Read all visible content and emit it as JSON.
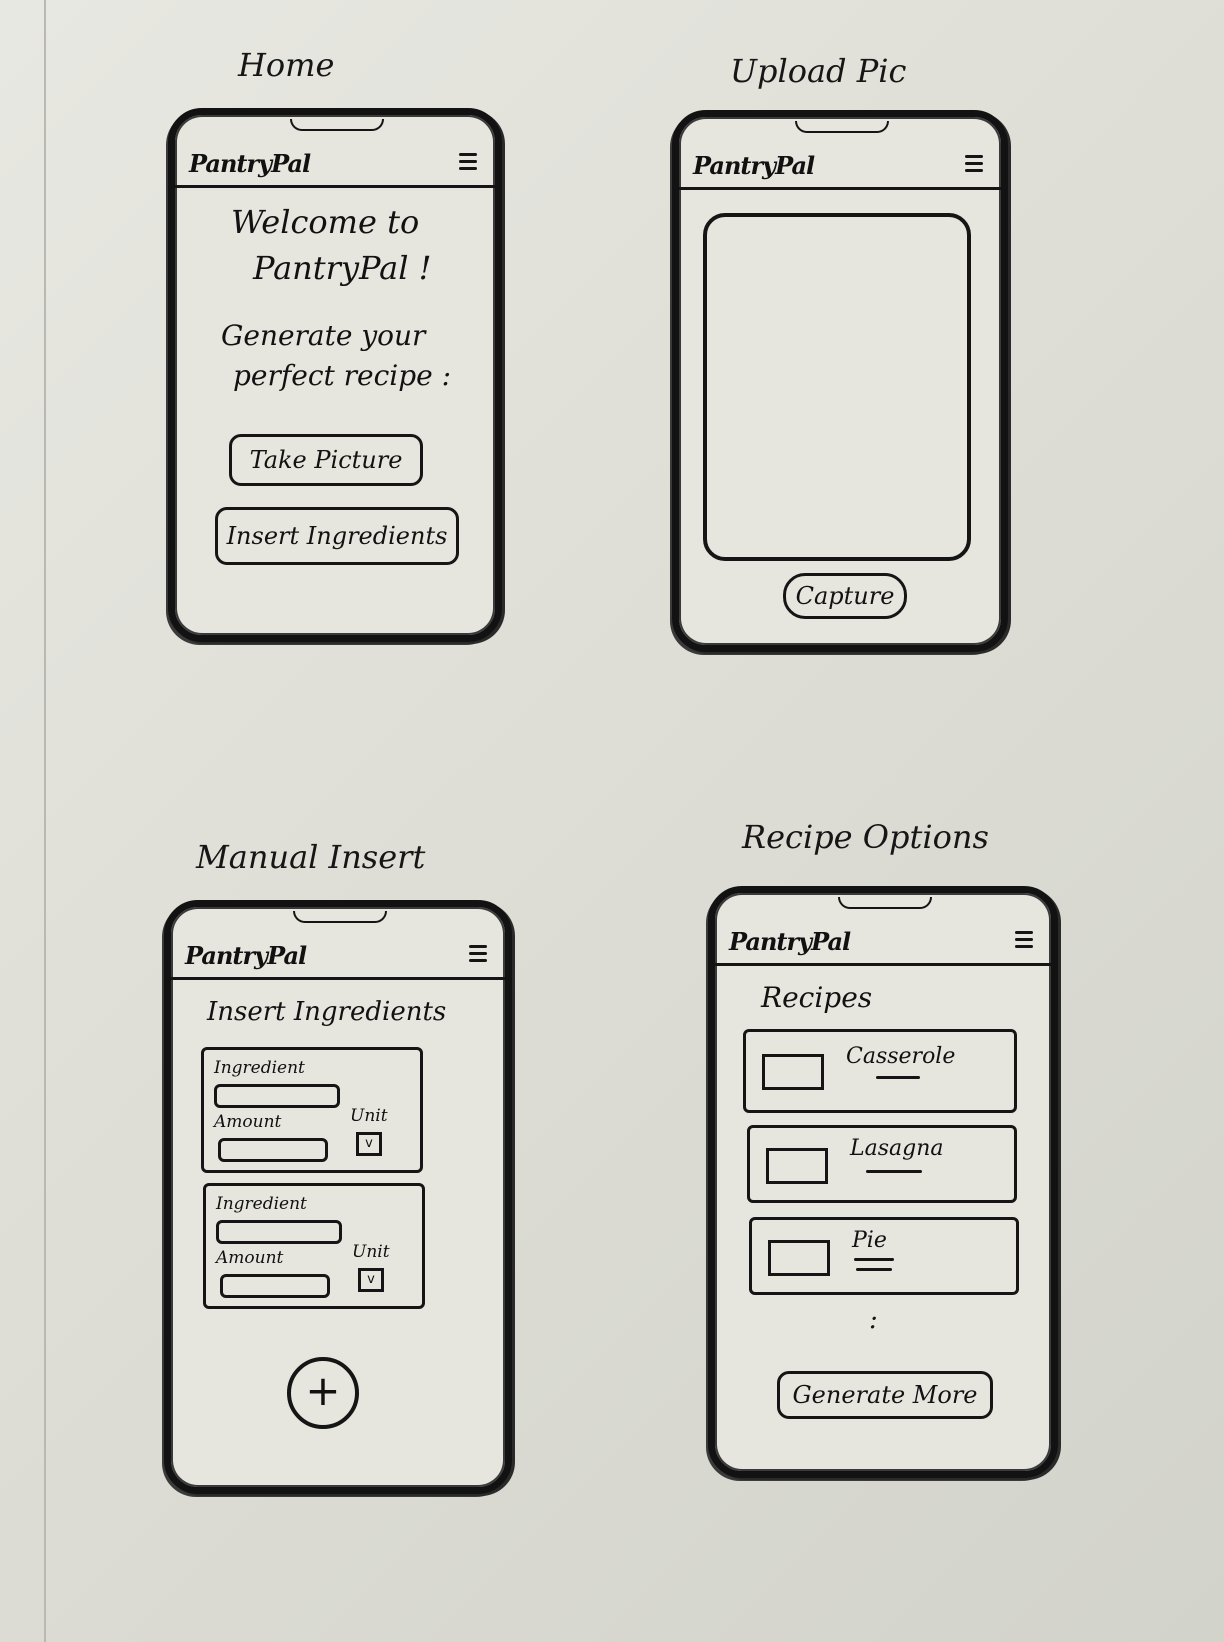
{
  "captions": {
    "home": "Home",
    "upload": "Upload Pic",
    "manual": "Manual Insert",
    "recipes": "Recipe Options"
  },
  "app": {
    "brand": "PantryPal",
    "menu_icon": "hamburger-menu-icon"
  },
  "home": {
    "welcome_line1": "Welcome to",
    "welcome_line2": "PantryPal !",
    "prompt_line1": "Generate your",
    "prompt_line2": "perfect recipe :",
    "take_picture": "Take Picture",
    "insert_ingredients": "Insert Ingredients"
  },
  "upload": {
    "capture": "Capture"
  },
  "manual": {
    "heading": "Insert Ingredients",
    "ingredient_label": "Ingredient",
    "amount_label": "Amount",
    "unit_label": "Unit",
    "unit_chevron": "v",
    "add_icon": "+"
  },
  "recipes": {
    "heading": "Recipes",
    "items": [
      "Casserole",
      "Lasagna",
      "Pie"
    ],
    "more_indicator": ":",
    "generate_more": "Generate More"
  }
}
